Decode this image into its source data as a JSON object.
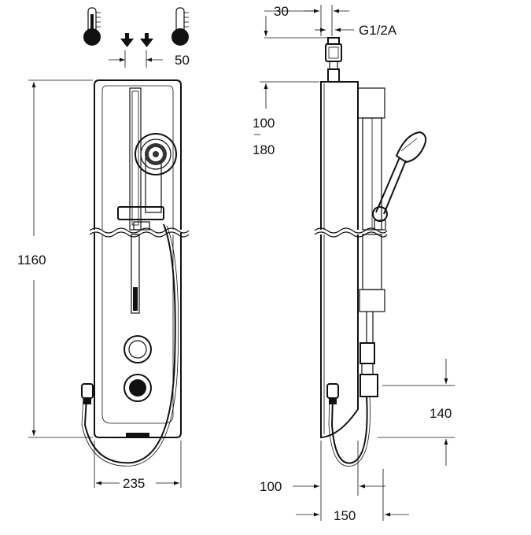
{
  "icons": [
    "thermometer-hot-icon",
    "arrow-down-icon",
    "thermometer-cold-icon"
  ],
  "front_view": {
    "dim_height": "1160",
    "dim_width": "235",
    "dim_inlet_spacing": "50"
  },
  "side_view": {
    "dim_inlet_offset": "30",
    "dim_thread": "G1/2A",
    "dim_top_range_a": "100",
    "dim_top_range_b": "180",
    "dim_outlet_height": "140",
    "dim_wall_distance": "100",
    "dim_depth": "150"
  }
}
